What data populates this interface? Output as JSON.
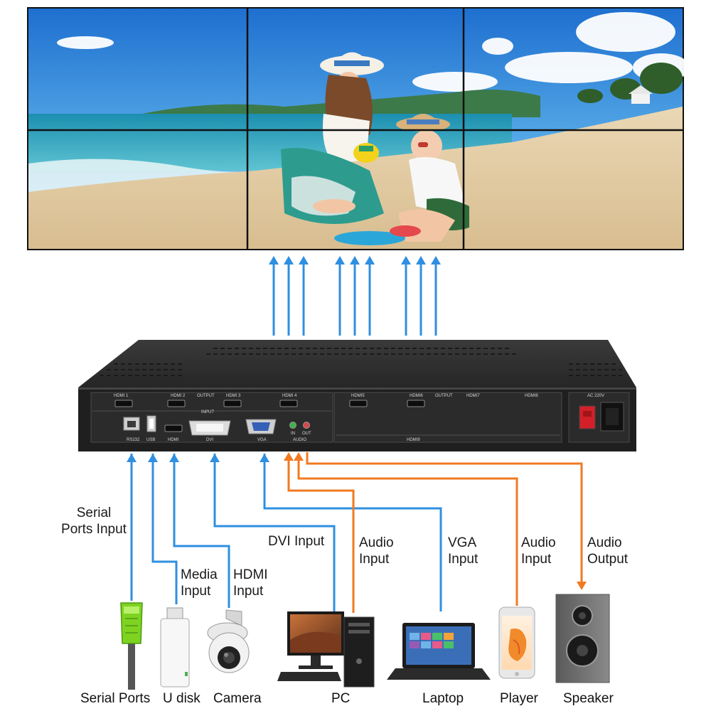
{
  "colors": {
    "input_arrow": "#2f8fe0",
    "audio_arrow": "#f07a22",
    "device_panel": "#2b2b2b"
  },
  "video_wall": {
    "rows": 2,
    "cols": 3
  },
  "processor": {
    "output_ports": [
      "HDMI 1",
      "HDMI 2",
      "HDMI 3",
      "HDMI 4",
      "HDMI5",
      "HDMI6",
      "HDMI7",
      "HDMI8"
    ],
    "output_label": "OUTPUT",
    "input_label": "INPUT",
    "input_ports": [
      "RS232",
      "USB",
      "HDMI",
      "DVI",
      "VGA",
      "AUDIO"
    ],
    "audio_in": "IN",
    "audio_out": "OUT",
    "hdmi9": "HDMI9",
    "power": "AC 220V"
  },
  "connections": {
    "serial": [
      "Serial",
      "Ports Input"
    ],
    "media": [
      "Media",
      "Input"
    ],
    "hdmi": [
      "HDMI",
      "Input"
    ],
    "dvi": "DVI Input",
    "audio_in_pc": [
      "Audio",
      "Input"
    ],
    "vga": [
      "VGA",
      "Input"
    ],
    "audio_in_player": [
      "Audio",
      "Input"
    ],
    "audio_out": [
      "Audio",
      "Output"
    ]
  },
  "devices": {
    "serial": "Serial Ports",
    "udisk": "U disk",
    "camera": "Camera",
    "pc": "PC",
    "laptop": "Laptop",
    "player": "Player",
    "speaker": "Speaker"
  }
}
